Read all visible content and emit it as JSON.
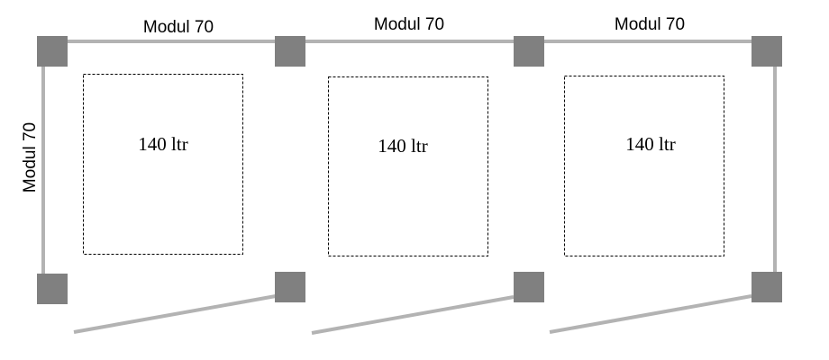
{
  "colors": {
    "background": "#ffffff",
    "post": "#808080",
    "rail": "#b3b3b3",
    "box_border": "#000000",
    "text": "#000000"
  },
  "dimension_labels": {
    "top_1": "Modul 70",
    "top_2": "Modul 70",
    "top_3": "Modul 70",
    "left": "Modul 70"
  },
  "containers": [
    {
      "label": "140 ltr"
    },
    {
      "label": "140 ltr"
    },
    {
      "label": "140 ltr"
    }
  ]
}
